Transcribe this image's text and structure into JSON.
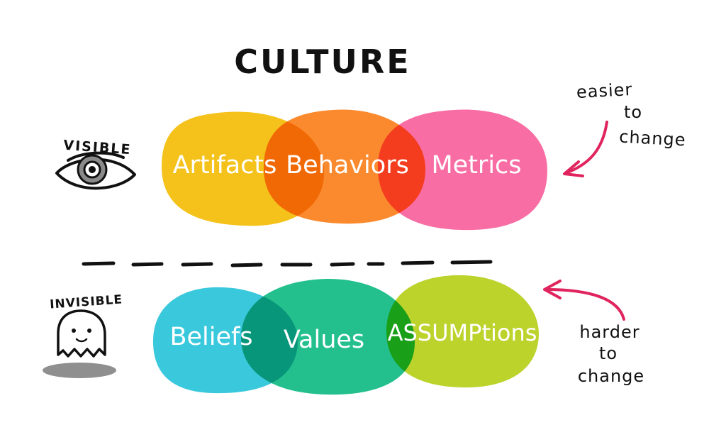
{
  "title": "CULTURE",
  "colors": {
    "ink": "#111111",
    "arrow": "#e0245e",
    "artifacts": "#f5c21b",
    "behaviors": "#fb8a2e",
    "metrics": "#f86ea4",
    "beliefs": "#39c8dc",
    "values": "#23c08e",
    "assumptions": "#bcd32c",
    "eye_iris": "#8a8a8a",
    "ghost_shadow": "#8f8f8f"
  },
  "visible": {
    "label": "VISIBLE",
    "icon": "eye-icon",
    "circles": [
      {
        "key": "artifacts",
        "label": "Artifacts"
      },
      {
        "key": "behaviors",
        "label": "Behaviors"
      },
      {
        "key": "metrics",
        "label": "Metrics"
      }
    ],
    "note": [
      "easier",
      "to",
      "change"
    ]
  },
  "invisible": {
    "label": "INVISIBLE",
    "icon": "ghost-icon",
    "circles": [
      {
        "key": "beliefs",
        "label": "Beliefs"
      },
      {
        "key": "values",
        "label": "Values"
      },
      {
        "key": "assumptions",
        "label": "ASSUMPtions"
      }
    ],
    "note": [
      "harder",
      "to",
      "change"
    ]
  }
}
